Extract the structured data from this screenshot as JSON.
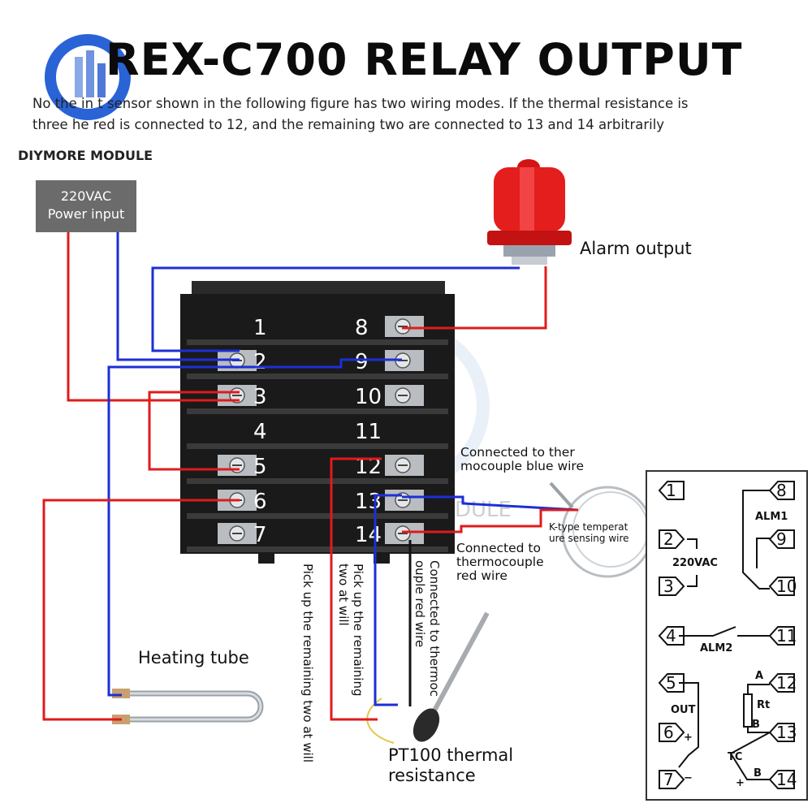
{
  "title": "REX-C700 RELAY OUTPUT",
  "note_line1": "No   the in    t sensor shown in the following figure has two wiring modes. If the thermal resistance is",
  "note_line2": "three          he red is connected to 12, and the remaining two are connected to 13 and 14 arbitrarily",
  "brand": "DIYMORE MODULE",
  "watermark": "DULE",
  "power_input": {
    "line1": "220VAC",
    "line2": "Power input"
  },
  "labels": {
    "alarm_output": "Alarm output",
    "heating_tube": "Heating tube",
    "pt100_line1": "PT100 thermal",
    "pt100_line2": "resistance",
    "tc_blue_line1": "Connected to ther",
    "tc_blue_line2": "mocouple blue wire",
    "tc_red_line1": "Connected to",
    "tc_red_line2": "thermocouple",
    "tc_red_line3": "red wire",
    "ktype_line1": "K-type temperat",
    "ktype_line2": "ure sensing wire",
    "vert_remaining_two": "Pick up the remaining two at will",
    "vert_pick_remaining_1": "Pick up the remaining",
    "vert_pick_remaining_2": "two at will",
    "vert_connected_1": "Connected to thermoc",
    "vert_connected_2": "ouple red wire"
  },
  "terminals_left": [
    "1",
    "2",
    "3",
    "4",
    "5",
    "6",
    "7"
  ],
  "terminals_right": [
    "8",
    "9",
    "10",
    "11",
    "12",
    "13",
    "14"
  ],
  "schematic": {
    "left_numbers": [
      "1",
      "2",
      "3",
      "4",
      "5",
      "6",
      "7"
    ],
    "right_numbers": [
      "8",
      "9",
      "10",
      "11",
      "12",
      "13",
      "14"
    ],
    "voltage": "220VAC",
    "alm1": "ALM1",
    "alm2": "ALM2",
    "out": "OUT",
    "plus": "+",
    "minus": "−",
    "rt": "Rt",
    "tc": "TC",
    "a": "A",
    "b1": "B",
    "b2": "B",
    "tc_plus": "+"
  },
  "colors": {
    "red_wire": "#e01b1b",
    "blue_wire": "#1c2fd6",
    "controller": "#1a1a1a",
    "power_box": "#6b6b6b"
  }
}
